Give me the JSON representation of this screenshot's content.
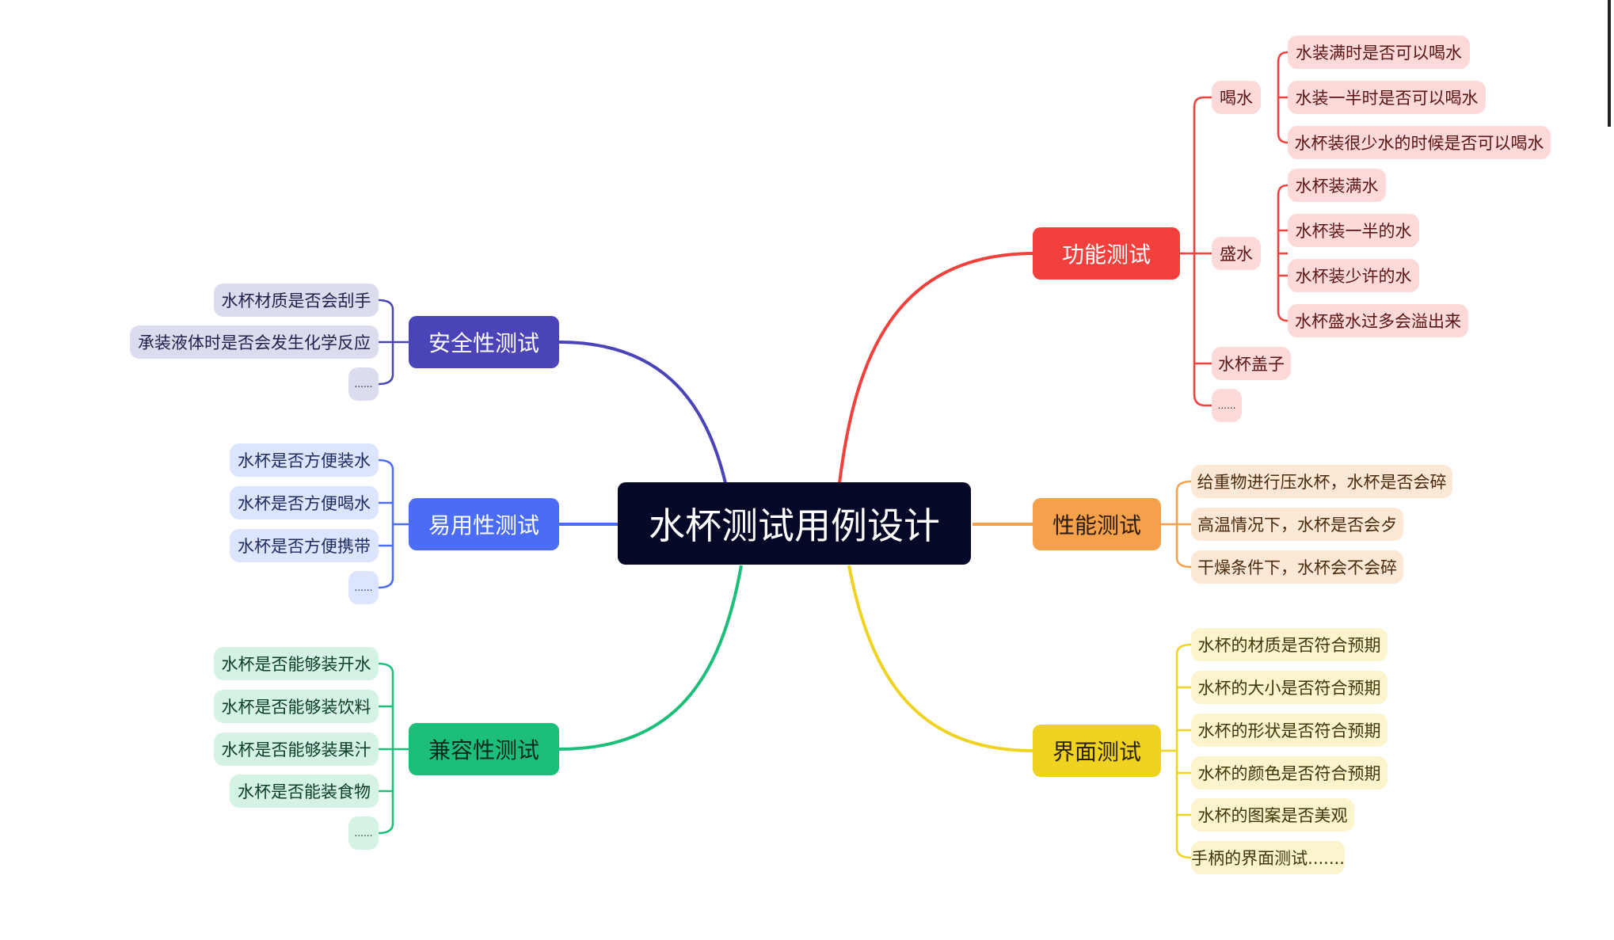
{
  "root": {
    "label": "水杯测试用例设计"
  },
  "branches": {
    "functional": {
      "label": "功能测试",
      "color": "#f2413d",
      "subgroups": {
        "drink": {
          "label": "喝水",
          "items": [
            "水装满时是否可以喝水",
            "水装一半时是否可以喝水",
            "水杯装很少水的时候是否可以喝水"
          ]
        },
        "hold": {
          "label": "盛水",
          "items": [
            "水杯装满水",
            "水杯装一半的水",
            "水杯装少许的水",
            "水杯盛水过多会溢出来"
          ]
        },
        "lid": {
          "label": "水杯盖子"
        },
        "more": {
          "label": "......"
        }
      }
    },
    "performance": {
      "label": "性能测试",
      "color": "#f5a14b",
      "items": [
        "给重物进行压水杯，水杯是否会碎",
        "高温情况下，水杯是否会歺",
        "干燥条件下，水杯会不会碎"
      ]
    },
    "interface": {
      "label": "界面测试",
      "color": "#f0d220",
      "items": [
        "水杯的材质是否符合预期",
        "水杯的大小是否符合预期",
        "水杯的形状是否符合预期",
        "水杯的颜色是否符合预期",
        "水杯的图案是否美观",
        "手柄的界面测试......."
      ]
    },
    "safety": {
      "label": "安全性测试",
      "color": "#4a44b8",
      "items": [
        "水杯材质是否会刮手",
        "承装液体时是否会发生化学反应",
        "......"
      ]
    },
    "usability": {
      "label": "易用性测试",
      "color": "#4a6cf7",
      "items": [
        "水杯是否方便装水",
        "水杯是否方便喝水",
        "水杯是否方便携带",
        "......"
      ]
    },
    "compatibility": {
      "label": "兼容性测试",
      "color": "#1bbf7a",
      "items": [
        "水杯是否能够装开水",
        "水杯是否能够装饮料",
        "水杯是否能够装果汁",
        "水杯是否能装食物",
        "......"
      ]
    }
  }
}
